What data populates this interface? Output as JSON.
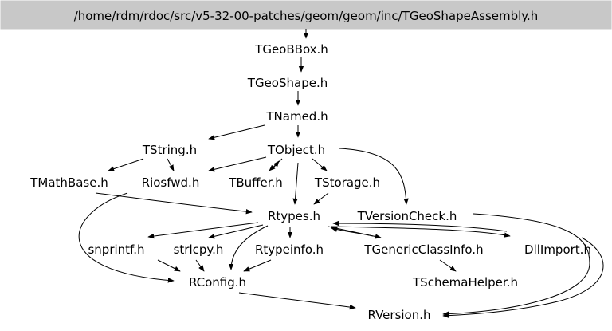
{
  "diagram": {
    "root": "/home/rdm/rdoc/src/v5-32-00-patches/geom/geom/inc/TGeoShapeAssembly.h",
    "nodes": [
      {
        "id": "tgeobbox",
        "label": "TGeoBBox.h"
      },
      {
        "id": "tgeoshape",
        "label": "TGeoShape.h"
      },
      {
        "id": "tnamed",
        "label": "TNamed.h"
      },
      {
        "id": "tstring",
        "label": "TString.h"
      },
      {
        "id": "tobject",
        "label": "TObject.h"
      },
      {
        "id": "tmathbase",
        "label": "TMathBase.h"
      },
      {
        "id": "riosfwd",
        "label": "Riosfwd.h"
      },
      {
        "id": "tbuffer",
        "label": "TBuffer.h"
      },
      {
        "id": "tstorage",
        "label": "TStorage.h"
      },
      {
        "id": "rtypes",
        "label": "Rtypes.h"
      },
      {
        "id": "tversioncheck",
        "label": "TVersionCheck.h"
      },
      {
        "id": "snprintf",
        "label": "snprintf.h"
      },
      {
        "id": "strlcpy",
        "label": "strlcpy.h"
      },
      {
        "id": "rtypeinfo",
        "label": "Rtypeinfo.h"
      },
      {
        "id": "tgenericclassinfo",
        "label": "TGenericClassInfo.h"
      },
      {
        "id": "dllimport",
        "label": "DllImport.h"
      },
      {
        "id": "rconfig",
        "label": "RConfig.h"
      },
      {
        "id": "tschemahelper",
        "label": "TSchemaHelper.h"
      },
      {
        "id": "rversion",
        "label": "RVersion.h"
      }
    ],
    "edges": [
      [
        "root",
        "tgeobbox"
      ],
      [
        "tgeobbox",
        "tgeoshape"
      ],
      [
        "tgeoshape",
        "tnamed"
      ],
      [
        "tnamed",
        "tstring"
      ],
      [
        "tnamed",
        "tobject"
      ],
      [
        "tstring",
        "tmathbase"
      ],
      [
        "tstring",
        "riosfwd"
      ],
      [
        "tobject",
        "riosfwd"
      ],
      [
        "tobject",
        "tbuffer"
      ],
      [
        "tobject",
        "tstorage"
      ],
      [
        "tobject",
        "rtypes"
      ],
      [
        "tobject",
        "tversioncheck"
      ],
      [
        "tbuffer",
        "tobject"
      ],
      [
        "tstorage",
        "rtypes"
      ],
      [
        "tmathbase",
        "rtypes"
      ],
      [
        "tmathbase",
        "rconfig"
      ],
      [
        "rtypes",
        "snprintf"
      ],
      [
        "rtypes",
        "strlcpy"
      ],
      [
        "rtypes",
        "rtypeinfo"
      ],
      [
        "rtypes",
        "tgenericclassinfo"
      ],
      [
        "rtypes",
        "dllimport"
      ],
      [
        "rtypes",
        "rconfig"
      ],
      [
        "tgenericclassinfo",
        "rtypes"
      ],
      [
        "tgenericclassinfo",
        "tschemahelper"
      ],
      [
        "dllimport",
        "rtypes"
      ],
      [
        "snprintf",
        "rconfig"
      ],
      [
        "strlcpy",
        "rconfig"
      ],
      [
        "rtypeinfo",
        "rconfig"
      ],
      [
        "rconfig",
        "rversion"
      ],
      [
        "tversioncheck",
        "rversion"
      ],
      [
        "dllimport",
        "rversion"
      ]
    ]
  }
}
